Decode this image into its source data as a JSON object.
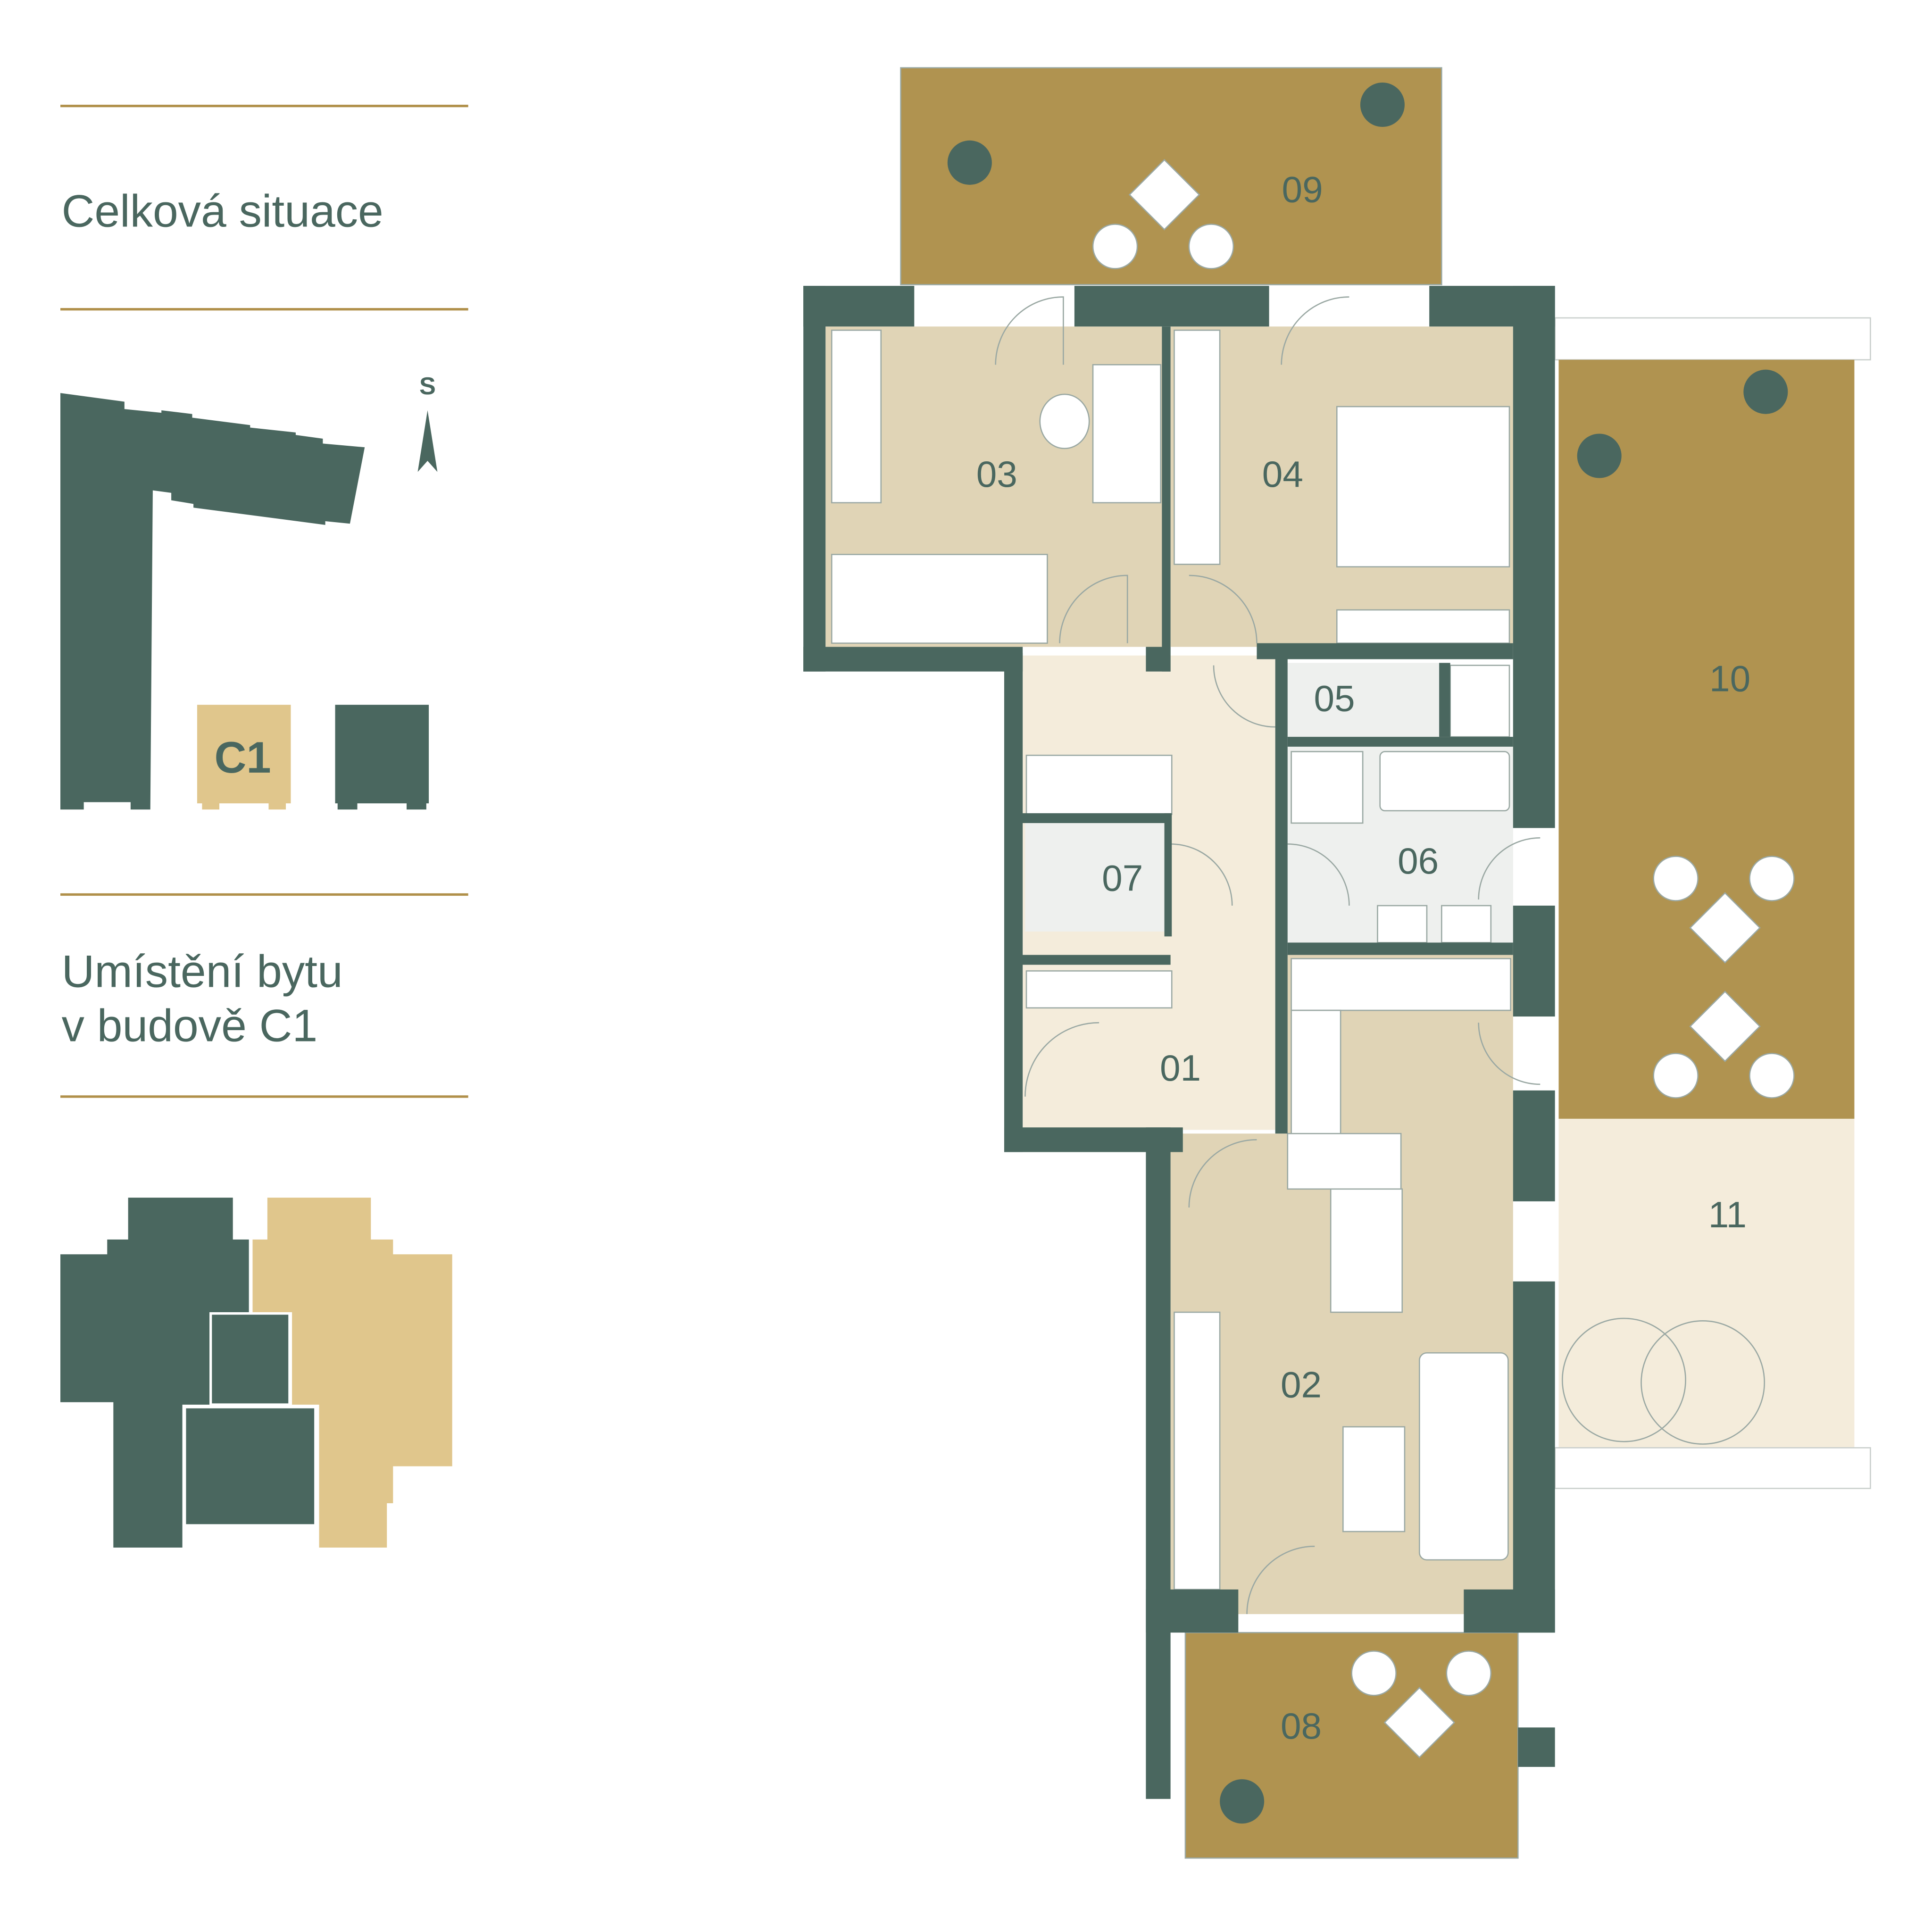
{
  "left_panel": {
    "situation_title": "Celková situace",
    "north_label": "S",
    "building_label": "C1",
    "location_title_line1": "Umístění bytu",
    "location_title_line2": "v budově C1"
  },
  "rooms": {
    "r01": "01",
    "r02": "02",
    "r03": "03",
    "r04": "04",
    "r05": "05",
    "r06": "06",
    "r07": "07",
    "r08": "08",
    "r09": "09",
    "r10": "10",
    "r11": "11"
  },
  "colors": {
    "wall": "#4a675f",
    "terrace": "#b09350",
    "room": "#e0d4b6",
    "hall": "#f4ecdb",
    "bath": "#eef0ee",
    "highlight": "#e0c68c",
    "rule": "#b0904a"
  }
}
